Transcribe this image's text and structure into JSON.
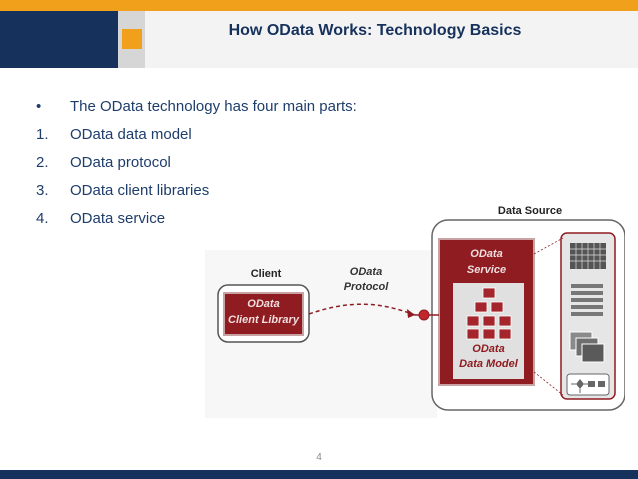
{
  "slide": {
    "title": "How OData Works: Technology Basics",
    "page_number": "4"
  },
  "bullets": [
    {
      "marker": "•",
      "text": "The OData technology has four main parts:"
    },
    {
      "marker": "1.",
      "text": "OData data model"
    },
    {
      "marker": "2.",
      "text": "OData protocol"
    },
    {
      "marker": "3.",
      "text": "OData client libraries"
    },
    {
      "marker": "4.",
      "text": "OData service"
    }
  ],
  "diagram": {
    "client_label": "Client",
    "client_library_line1": "OData",
    "client_library_line2": "Client Library",
    "protocol_line1": "OData",
    "protocol_line2": "Protocol",
    "data_source_label": "Data Source",
    "service_line1": "OData",
    "service_line2": "Service",
    "model_line1": "OData",
    "model_line2": "Data Model"
  },
  "colors": {
    "navy": "#16325c",
    "orange": "#f1a01c",
    "diagram_red": "#8e1c21"
  },
  "icons": [
    "grid-icon",
    "list-icon",
    "documents-icon",
    "flowchart-icon"
  ]
}
